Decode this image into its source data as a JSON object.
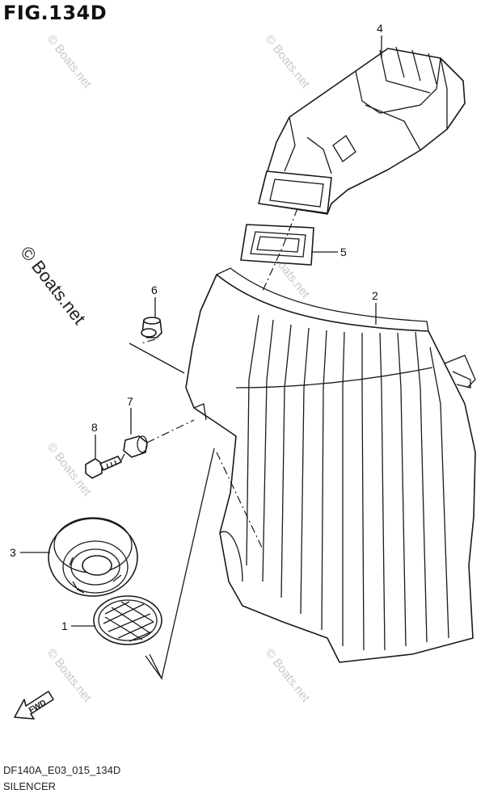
{
  "figure": {
    "title": "FIG.134D",
    "code": "DF140A_E03_015_134D",
    "name": "SILENCER"
  },
  "watermark": {
    "text": "© Boats.net"
  },
  "callouts": {
    "c1": "1",
    "c2": "2",
    "c3": "3",
    "c4": "4",
    "c5": "5",
    "c6": "6",
    "c7": "7",
    "c8": "8"
  },
  "arrow": {
    "label": "FWD"
  }
}
